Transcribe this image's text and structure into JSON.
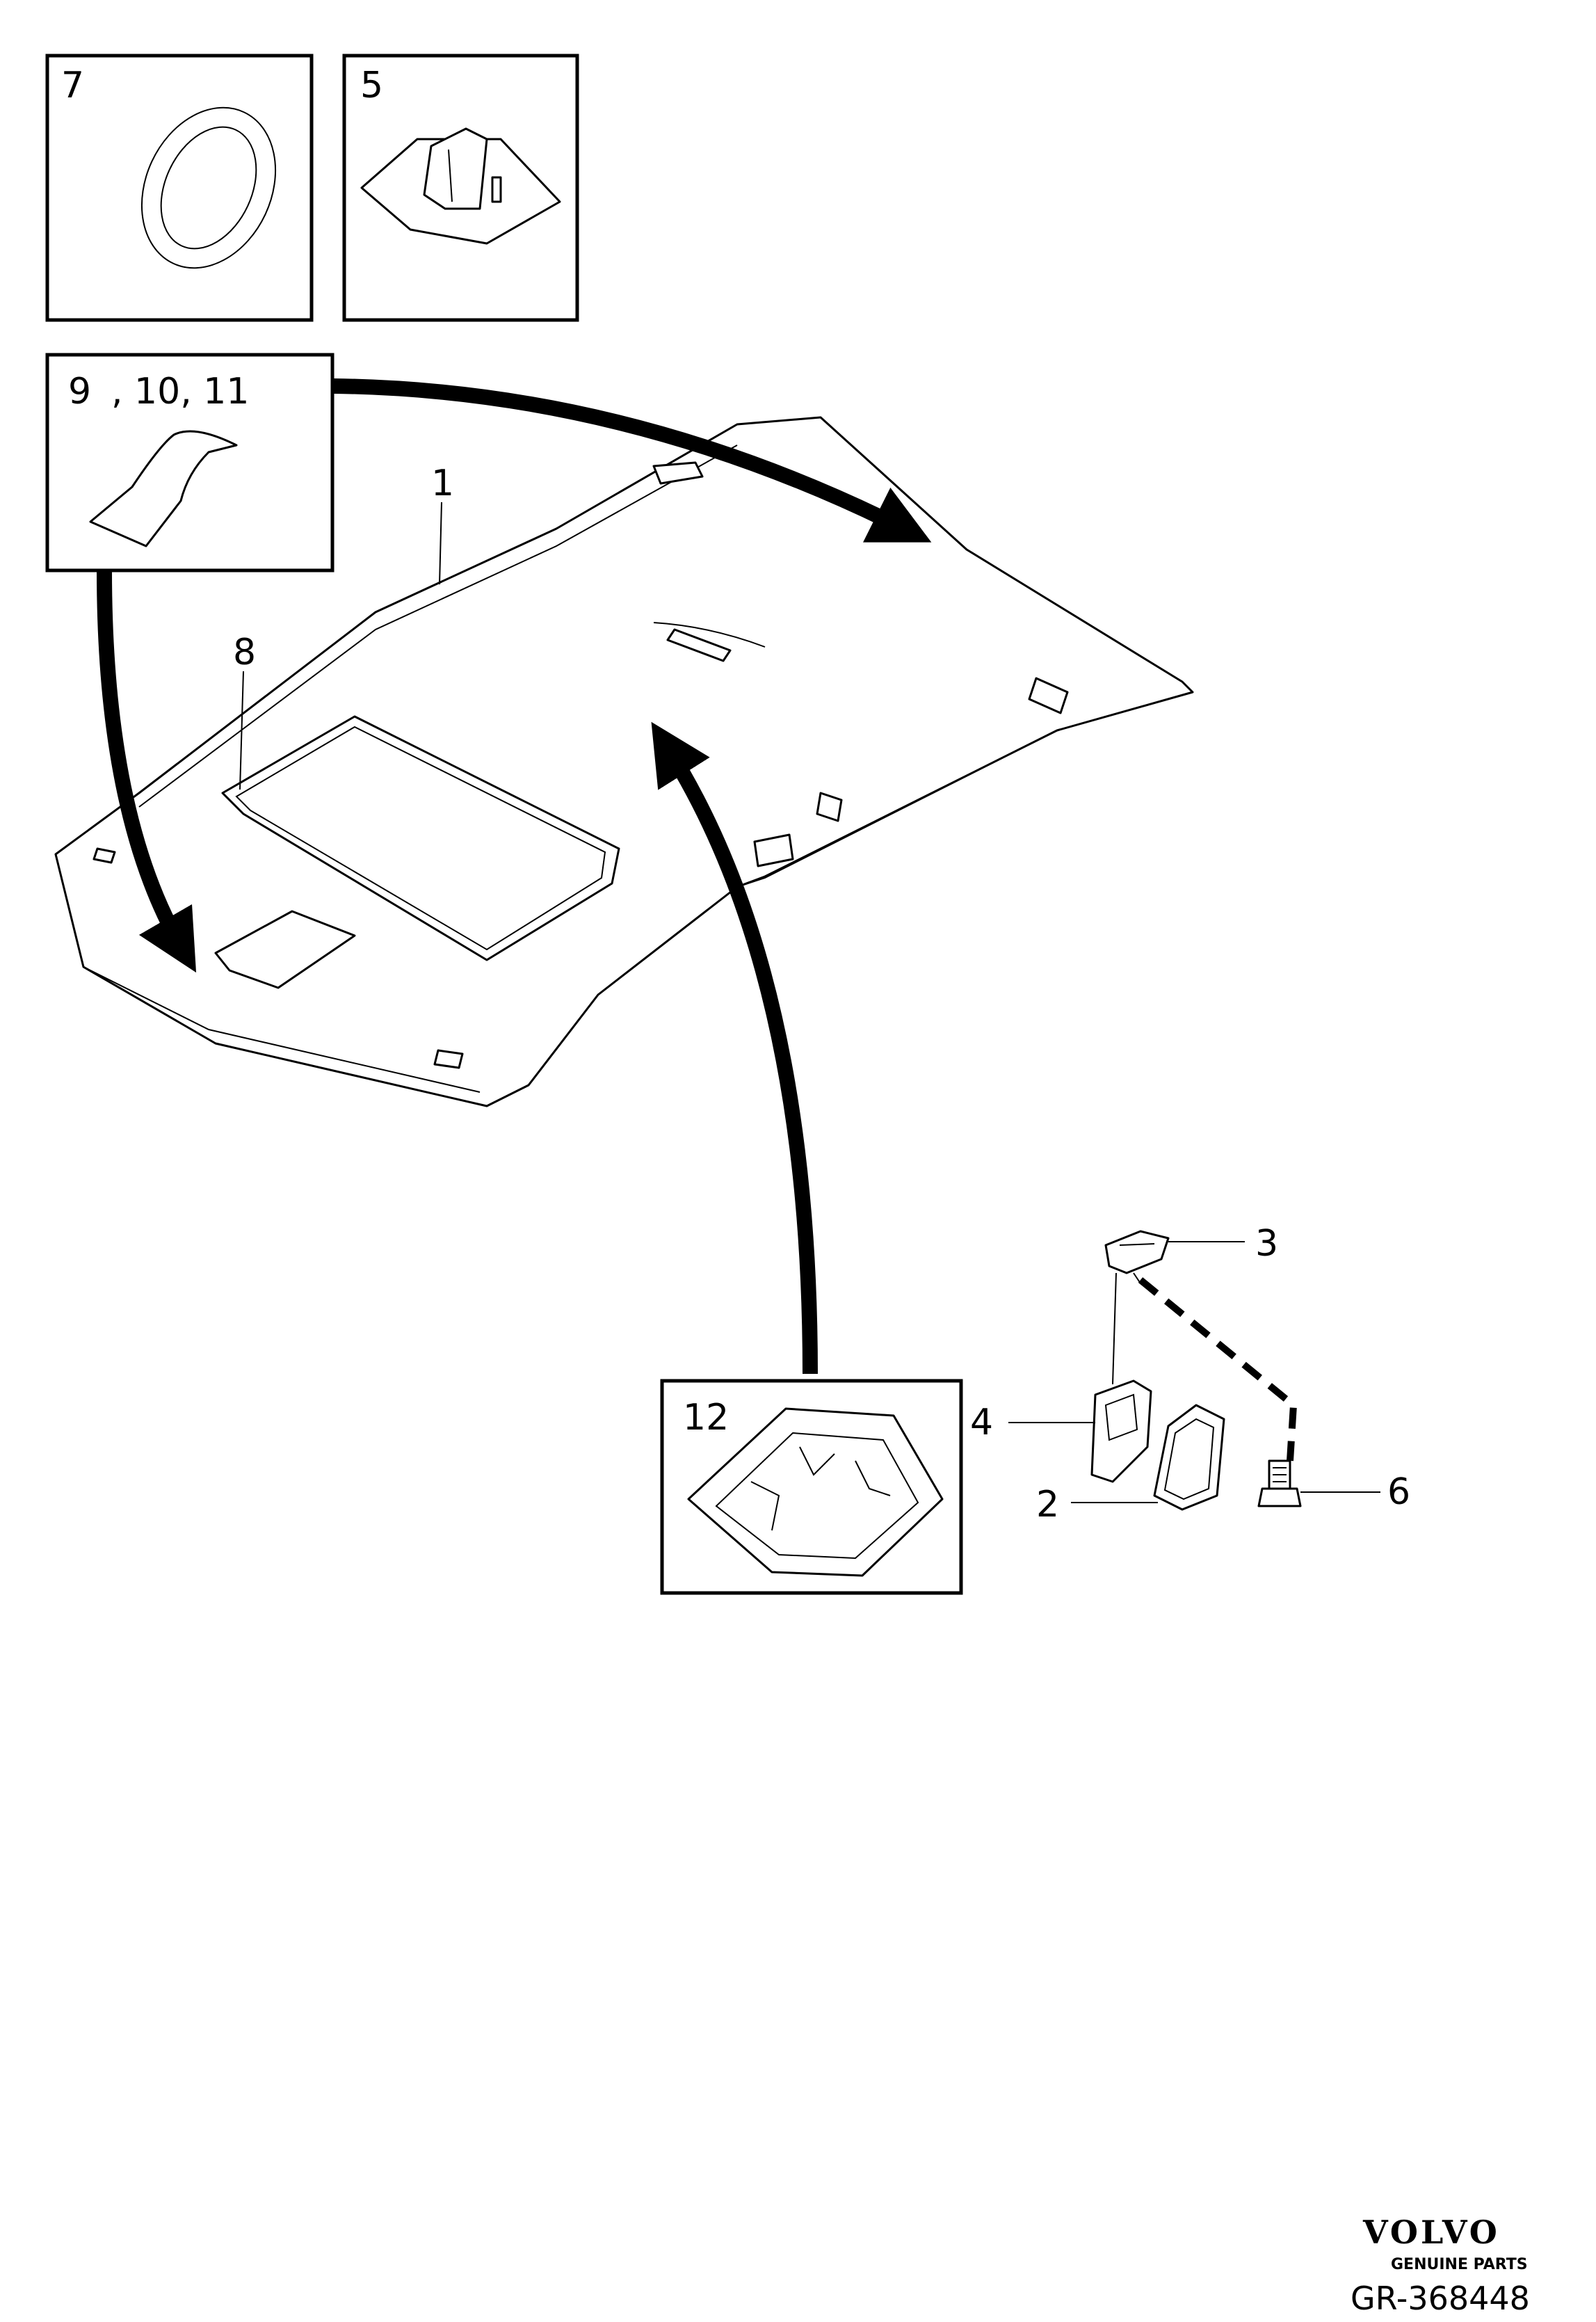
{
  "callouts": {
    "c1": "1",
    "c2": "2",
    "c3": "3",
    "c4": "4",
    "c6": "6",
    "c8": "8"
  },
  "boxes": {
    "b7": "7",
    "b5": "5",
    "b9": "9",
    "b10_11": ", 10, 11",
    "b12": "12"
  },
  "brand": {
    "name": "VOLVO",
    "subtitle": "GENUINE PARTS"
  },
  "reference": "GR-368448",
  "colors": {
    "line": "#000000",
    "background": "#ffffff"
  }
}
